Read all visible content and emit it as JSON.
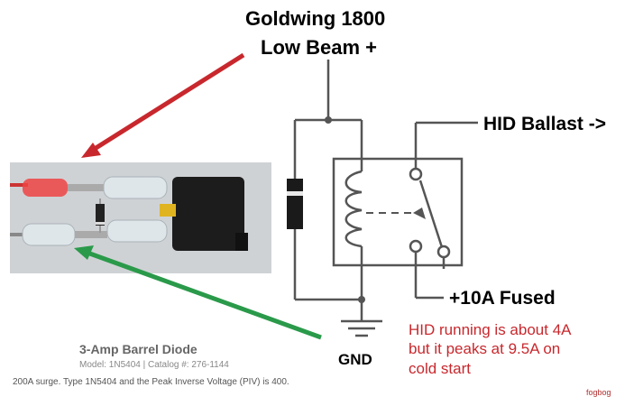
{
  "title": {
    "line1": "Goldwing 1800",
    "line2": "Low Beam +"
  },
  "labels": {
    "ballast": "HID Ballast ->",
    "fused": "+10A Fused",
    "gnd": "GND"
  },
  "note": {
    "line1": "HID running is about 4A",
    "line2": "but it peaks at 9.5A on",
    "line3": "cold start"
  },
  "caption": {
    "title": "3-Amp Barrel Diode",
    "meta": "Model: 1N5404  | Catalog #: 276-1144",
    "desc": "200A surge. Type 1N5404 and the Peak Inverse Voltage (PIV) is 400."
  },
  "credit": "fogbog",
  "colors": {
    "red_arrow": "#c8282d",
    "green_arrow": "#2a9a4a",
    "note_text": "#c8282d"
  }
}
